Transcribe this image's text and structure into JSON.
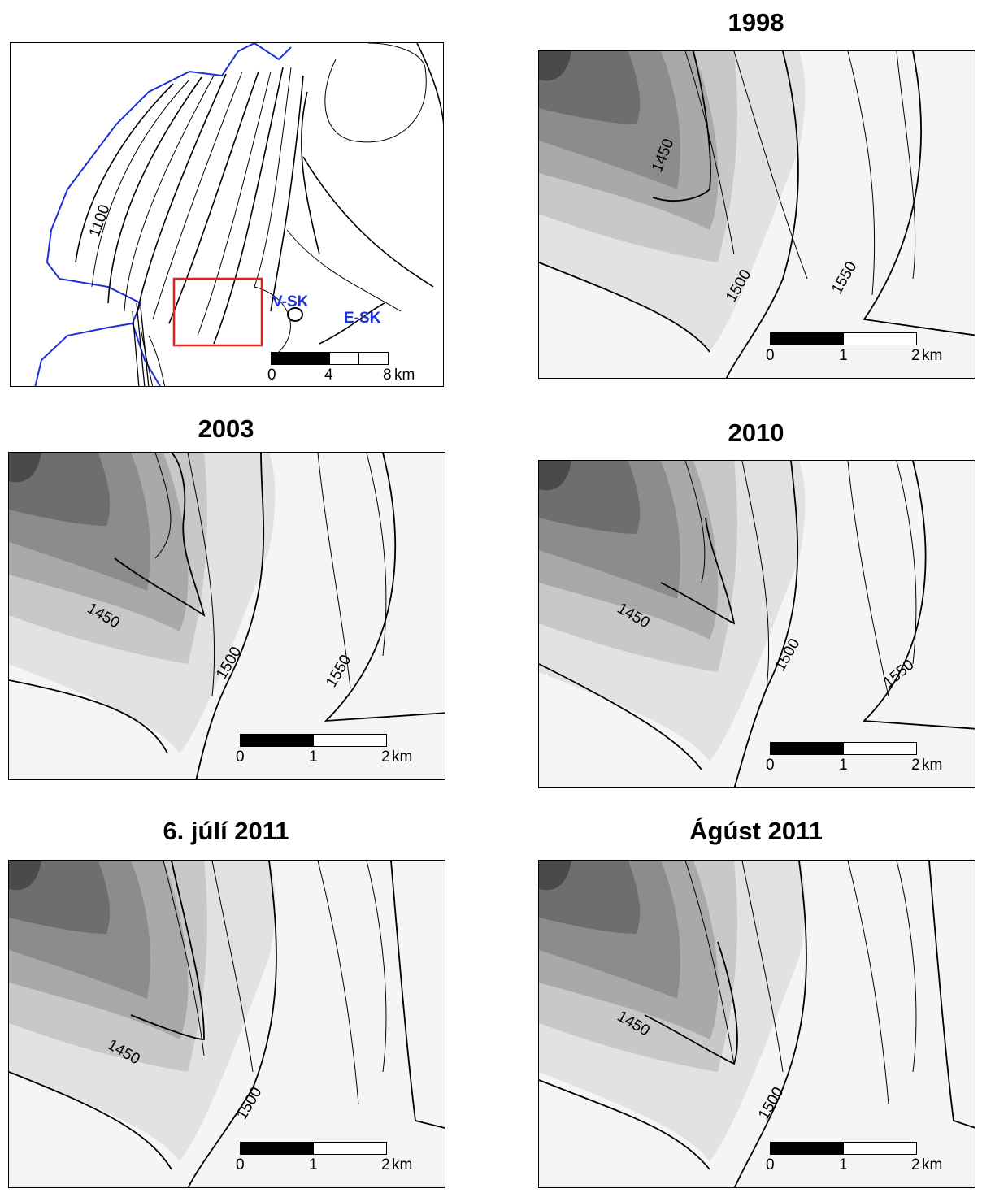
{
  "overview": {
    "contour_label": "1100",
    "sites": [
      "V-SK",
      "E-SK"
    ],
    "scale": {
      "ticks": [
        "0",
        "4",
        "8"
      ],
      "unit": "km"
    },
    "colors": {
      "ice_margin": "#1c2fd8",
      "inset_box": "#e02020"
    }
  },
  "panels": [
    {
      "title": "1998",
      "labels": [
        "1450",
        "1500",
        "1550"
      ],
      "scale": {
        "ticks": [
          "0",
          "1",
          "2"
        ],
        "unit": "km"
      }
    },
    {
      "title": "2003",
      "labels": [
        "1450",
        "1500",
        "1550"
      ],
      "scale": {
        "ticks": [
          "0",
          "1",
          "2"
        ],
        "unit": "km"
      }
    },
    {
      "title": "2010",
      "labels": [
        "1450",
        "1500",
        "1550"
      ],
      "scale": {
        "ticks": [
          "0",
          "1",
          "2"
        ],
        "unit": "km"
      }
    },
    {
      "title": "6. júlí 2011",
      "labels": [
        "1450",
        "1500"
      ],
      "scale": {
        "ticks": [
          "0",
          "1",
          "2"
        ],
        "unit": "km"
      }
    },
    {
      "title": "Ágúst 2011",
      "labels": [
        "1450",
        "1500"
      ],
      "scale": {
        "ticks": [
          "0",
          "1",
          "2"
        ],
        "unit": "km"
      }
    }
  ]
}
